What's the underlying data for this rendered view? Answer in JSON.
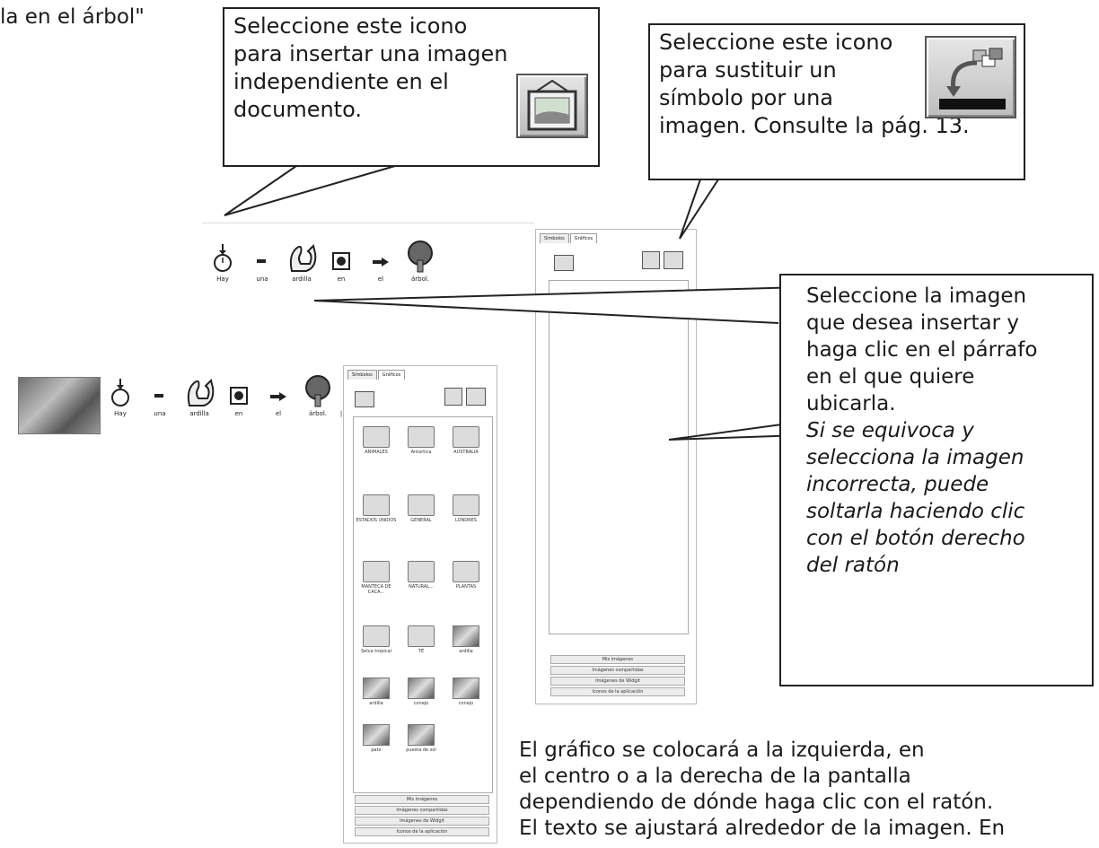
{
  "top_text": "la en el árbol\"",
  "callouts": {
    "insert_image": {
      "lines": [
        "Seleccione este icono",
        "para insertar una imagen",
        "independiente en el",
        "documento."
      ],
      "icon": "picture-frame-icon"
    },
    "replace_symbol": {
      "lines": [
        "Seleccione este icono",
        "para sustituir un",
        "símbolo por una",
        "imagen. Consulte la pág. 13."
      ],
      "icon": "replace-symbol-icon"
    },
    "select_image": {
      "lines": [
        "Seleccione la imagen",
        "que desea insertar y",
        "haga clic en el párrafo",
        "en el que quiere",
        "ubicarla."
      ],
      "italic_lines": [
        "Si se equivoca y",
        "selecciona la imagen",
        "incorrecta, puede",
        "soltarla haciendo clic",
        "con el botón derecho",
        "del ratón"
      ]
    }
  },
  "sentence": {
    "words": [
      "Hay",
      "una",
      "ardilla",
      "en",
      "el",
      "árbol."
    ],
    "words_with_cursor": [
      "Hay",
      "una",
      "ardilla",
      "en",
      "el",
      "árbol.",
      "|"
    ]
  },
  "panel": {
    "tabs": [
      "Símbolos",
      "Gráficos"
    ],
    "grid_items": [
      {
        "label": "ANIMALES",
        "kind": "folder"
      },
      {
        "label": "Antartica",
        "kind": "folder"
      },
      {
        "label": "AUSTRALIA",
        "kind": "folder"
      },
      {
        "label": "ESTADOS UNIDOS",
        "kind": "folder"
      },
      {
        "label": "GENERAL",
        "kind": "folder"
      },
      {
        "label": "LONDRES",
        "kind": "folder"
      },
      {
        "label": "MANTECA DE CACA...",
        "kind": "folder"
      },
      {
        "label": "NATURAL...",
        "kind": "folder"
      },
      {
        "label": "PLANTAS",
        "kind": "folder"
      },
      {
        "label": "Selva tropical",
        "kind": "folder"
      },
      {
        "label": "TÉ",
        "kind": "folder"
      },
      {
        "label": "ardilla",
        "kind": "photo"
      },
      {
        "label": "ardilla",
        "kind": "photo"
      },
      {
        "label": "conejo",
        "kind": "photo"
      },
      {
        "label": "conejo",
        "kind": "photo"
      },
      {
        "label": "pato",
        "kind": "photo"
      },
      {
        "label": "puesta de sol",
        "kind": "photo"
      }
    ],
    "bottom_buttons": [
      "Mis imágenes",
      "Imágenes compartidas",
      "Imágenes de Widgit",
      "Iconos de la aplicación"
    ]
  },
  "bottom_text": [
    "El gráfico se colocará a la izquierda, en",
    "el centro o a la derecha de la pantalla",
    "dependiendo de dónde haga clic con el ratón.",
    "El texto se ajustará alrededor de la imagen. En"
  ]
}
